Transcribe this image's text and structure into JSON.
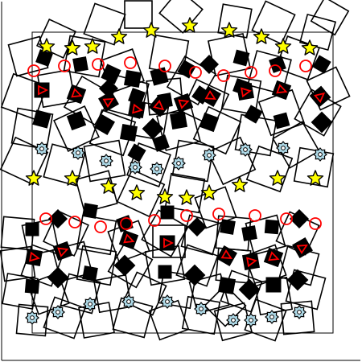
{
  "scene": {
    "background": "#ffffff",
    "stroke": "#000000",
    "fill_black": "#000000",
    "ring_red": "#ff0000",
    "triangle_red": "#ff0000",
    "star_yellow": "#ffff00",
    "gear_lightblue": "#add8e6"
  },
  "legend": {
    "tile": "hollow-square-tile",
    "black_square": "black-square-token",
    "black_diamond": "black-diamond-token",
    "red_ring": "red-ring-token",
    "red_triangle": "red-triangle-on-black-token",
    "yellow_star": "yellow-star-token",
    "blue_gear": "light-blue-gear-token"
  }
}
